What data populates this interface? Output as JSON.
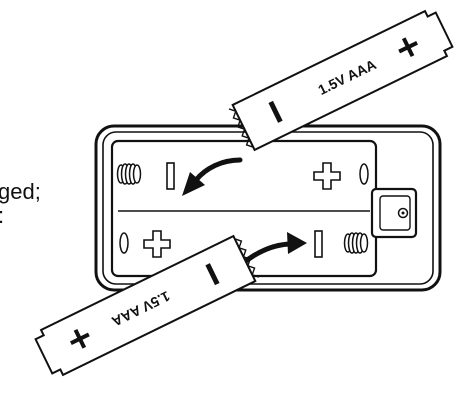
{
  "left_text": {
    "line1": "ged;",
    "line2": ":"
  },
  "battery_top": {
    "label": "1.5V AAA",
    "plus": "+",
    "minus": "|"
  },
  "battery_bottom": {
    "label": "1.5V AAA",
    "plus": "+",
    "minus": "|"
  },
  "compartment": {
    "slot_top": {
      "minus": "|",
      "plus": "+"
    },
    "slot_bottom": {
      "minus": "|",
      "plus": "+"
    }
  },
  "icons": [
    "spring-icon",
    "arrow-icon",
    "screw-icon"
  ]
}
